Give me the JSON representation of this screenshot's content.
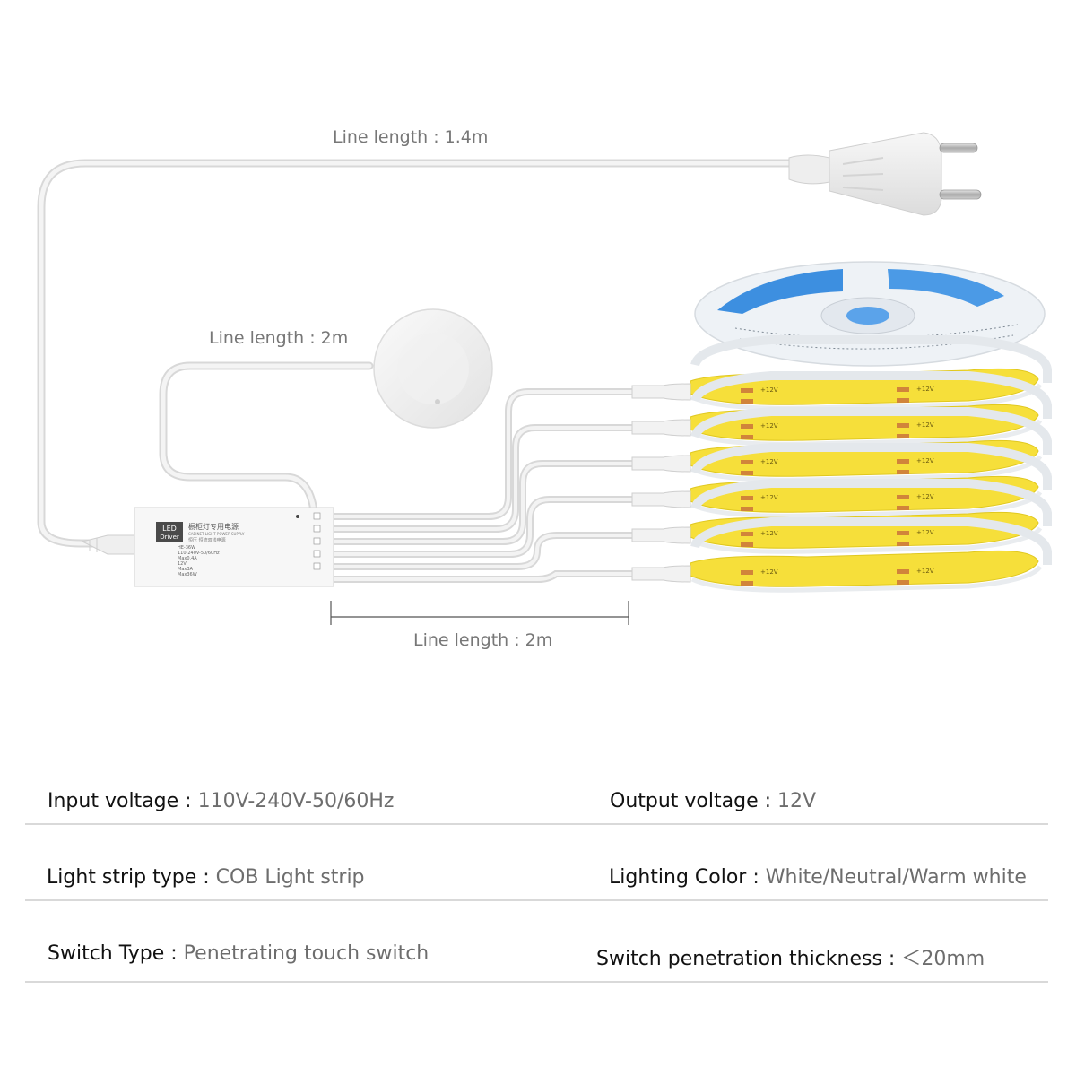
{
  "diagram": {
    "plug_cable_label": "Line length : 1.4m",
    "sensor_cable_label": "Line length : 2m",
    "output_cable_label": "Line length : 2m",
    "driver_label": {
      "logo_line1": "LED",
      "logo_line2": "Driver",
      "title_cn": "橱柜灯专用电源",
      "title_en": "CABINET LIGHT POWER SUPPLY",
      "subtitle_cn": "恒压  恒流双线电源",
      "model": "HE-36W",
      "input": "110-240V-50/60Hz",
      "input_current": "Max0.4A",
      "output_voltage": "12V",
      "output_current": "Max3A",
      "output_power": "Max36W"
    },
    "strip_marking": "+12V",
    "colors": {
      "cable": "#ececec",
      "strip_yellow": "#f6df3a",
      "reel_blue": "#3d8fe0",
      "dimension_line": "#555555"
    }
  },
  "specs": {
    "rows": [
      {
        "left": {
          "key": "Input voltage",
          "sep": " : ",
          "value": "110V-240V-50/60Hz"
        },
        "right": {
          "key": "Output voltage",
          "sep": " : ",
          "value": "12V"
        }
      },
      {
        "left": {
          "key": "Light strip type",
          "sep": " : ",
          "value": "COB Light strip"
        },
        "right": {
          "key": "Lighting Color",
          "sep": " : ",
          "value": "White/Neutral/Warm white"
        }
      },
      {
        "left": {
          "key": "Switch Type",
          "sep": " : ",
          "value": "Penetrating touch switch"
        },
        "right": {
          "key": "Switch penetration thickness",
          "sep": " : ",
          "value": "＜20mm"
        }
      }
    ]
  }
}
